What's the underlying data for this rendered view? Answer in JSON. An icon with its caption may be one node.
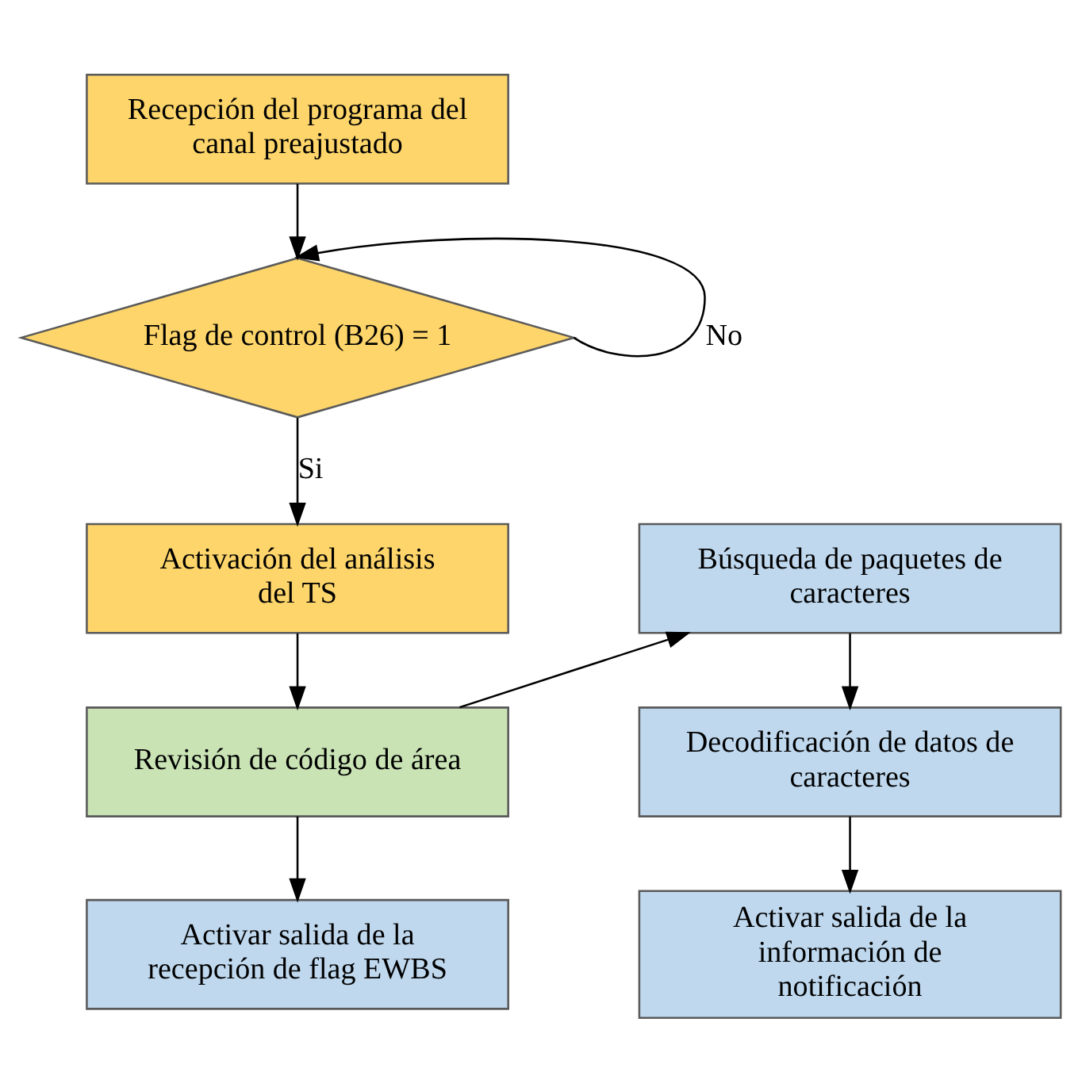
{
  "diagram": {
    "nodes": [
      {
        "text": [
          "Recepción del programa del canal preajustado"
        ]
      },
      {
        "text": [
          "Flag de control (B26) = 1"
        ]
      },
      {
        "text": [
          "Activación del análisis del TS"
        ]
      },
      {
        "text": [
          "Revisión de código de área"
        ]
      },
      {
        "text": [
          "Activar salida de la recepción de flag EWBS"
        ]
      },
      {
        "text": [
          "Búsqueda de paquetes de caracteres"
        ]
      },
      {
        "text": [
          "Decodificación de datos de caracteres"
        ]
      },
      {
        "text": [
          "Activar salida de la información de notificación"
        ]
      }
    ],
    "edges": [
      {
        "from": 0,
        "to": 1,
        "arrow": "to"
      },
      {
        "from": 1,
        "to": 1,
        "arrow": "to",
        "label": "No"
      },
      {
        "from": 1,
        "to": 2,
        "arrow": "to",
        "label": "Si"
      },
      {
        "from": 2,
        "to": 3,
        "arrow": "to"
      },
      {
        "from": 3,
        "to": 4,
        "arrow": "to"
      },
      {
        "from": 3,
        "to": 5,
        "arrow": "to"
      },
      {
        "from": 5,
        "to": 6,
        "arrow": "to"
      },
      {
        "from": 6,
        "to": 7,
        "arrow": "to"
      }
    ]
  }
}
